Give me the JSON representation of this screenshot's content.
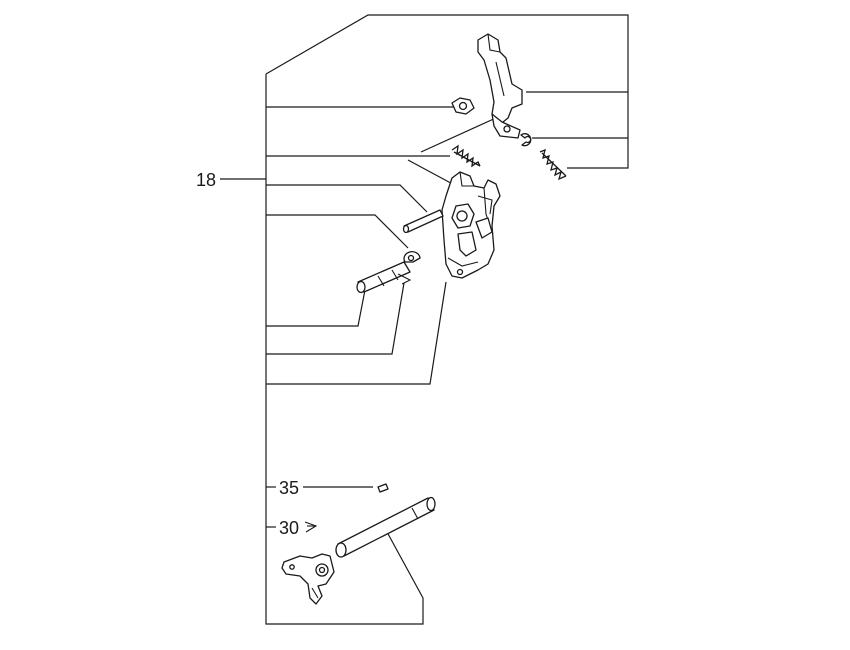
{
  "diagram": {
    "callouts": [
      {
        "id": "18",
        "label": "18"
      },
      {
        "id": "35",
        "label": "35"
      },
      {
        "id": "30",
        "label": "30"
      }
    ]
  }
}
